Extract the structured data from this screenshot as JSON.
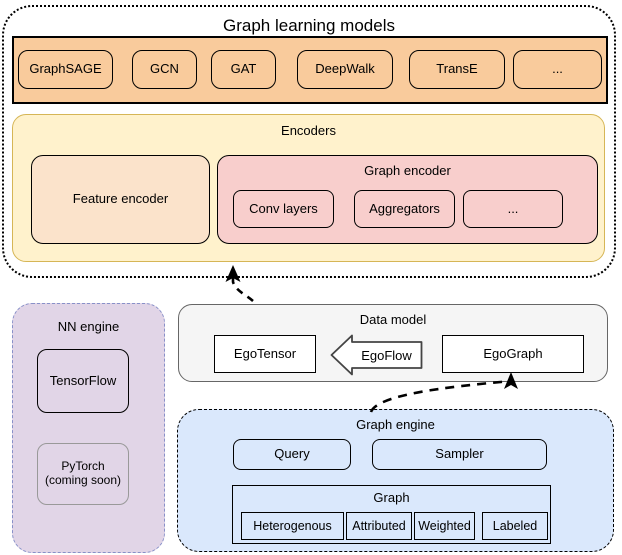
{
  "learning_models": {
    "title": "Graph learning models",
    "models": [
      "GraphSAGE",
      "GCN",
      "GAT",
      "DeepWalk",
      "TransE",
      "..."
    ]
  },
  "encoders": {
    "title": "Encoders",
    "feature_encoder": "Feature encoder",
    "graph_encoder": {
      "title": "Graph encoder",
      "components": [
        "Conv layers",
        "Aggregators",
        "..."
      ]
    }
  },
  "nn_engine": {
    "title": "NN engine",
    "tensorflow": "TensorFlow",
    "pytorch_line1": "PyTorch",
    "pytorch_line2": "(coming soon)"
  },
  "data_model": {
    "title": "Data model",
    "ego_tensor": "EgoTensor",
    "ego_flow": "EgoFlow",
    "ego_graph": "EgoGraph"
  },
  "graph_engine": {
    "title": "Graph engine",
    "query": "Query",
    "sampler": "Sampler",
    "graph": {
      "title": "Graph",
      "properties": [
        "Heterogenous",
        "Attributed",
        "Weighted",
        "Labeled"
      ]
    }
  },
  "colors": {
    "models_fill": "#F9CB9C",
    "encoders_fill": "#FFF2CC",
    "encoders_border": "#D6B656",
    "feature_encoder_fill": "#FBE3CB",
    "graph_encoder_fill": "#F8CECC",
    "nn_engine_fill": "#E1D5E7",
    "nn_engine_border": "#8890C8",
    "data_model_fill": "#F5F5F5",
    "graph_engine_fill": "#DAE8FC",
    "arrow_color": "#000000"
  }
}
